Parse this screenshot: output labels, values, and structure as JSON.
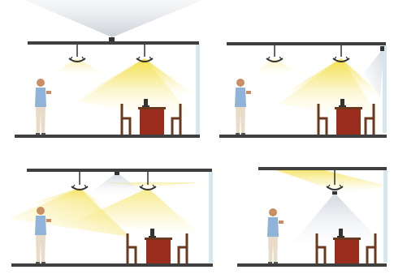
{
  "illustration": {
    "panels": [
      {
        "id": "top-left",
        "fixtures": [
          "pendant-lamp",
          "pendant-lamp"
        ],
        "sensor": "ceiling-sensor"
      },
      {
        "id": "top-right",
        "fixtures": [
          "pendant-lamp",
          "pendant-lamp"
        ],
        "sensor": "wall-sensor"
      },
      {
        "id": "bottom-left",
        "fixtures": [
          "pendant-lamp",
          "pendant-lamp"
        ],
        "sensor": "ceiling-sensor"
      },
      {
        "id": "bottom-right",
        "fixtures": [
          "pendant-lamp"
        ],
        "sensor": "ceiling-sensor"
      }
    ],
    "colors": {
      "wall": "#3f3f3f",
      "light_beam": "#f5e56a",
      "sensor_beam": "#dfe3e8",
      "person_shirt": "#8fb3d9",
      "person_trousers": "#e8dcc8",
      "desk": "#9b2d1e",
      "chair": "#6b3a1e",
      "window": "#d6e6ee"
    }
  }
}
